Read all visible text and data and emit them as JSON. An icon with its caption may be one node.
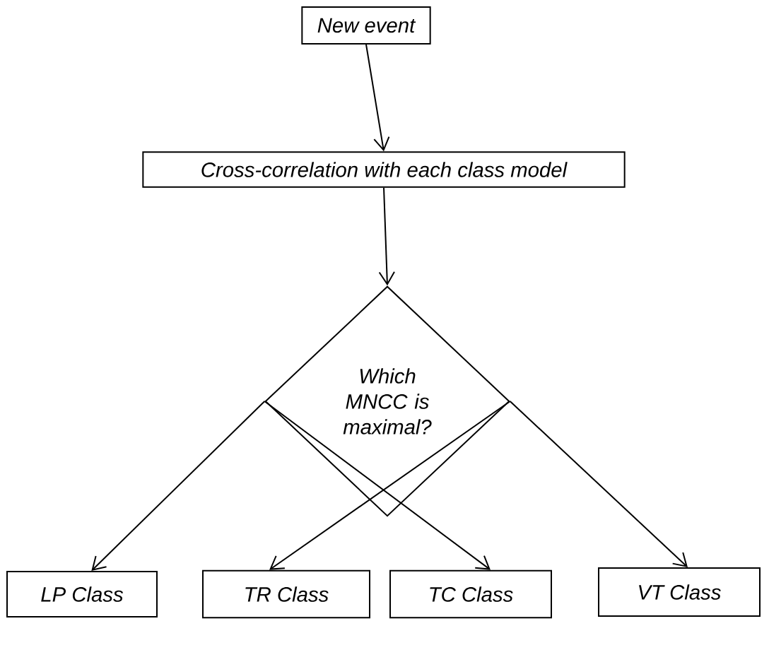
{
  "diagram": {
    "nodes": [
      {
        "text": [
          "New event"
        ]
      },
      {
        "text": [
          "Cross-correlation with each class model"
        ]
      },
      {
        "text": [
          "Which MNCC is maximal?"
        ]
      },
      {
        "text": [
          "LP Class"
        ]
      },
      {
        "text": [
          "TR Class"
        ]
      },
      {
        "text": [
          "TC Class"
        ]
      },
      {
        "text": [
          "VT Class"
        ]
      }
    ],
    "edges": [
      {
        "from": 0,
        "to": 1,
        "arrow": "to"
      },
      {
        "from": 1,
        "to": 2,
        "arrow": "to"
      },
      {
        "from": 2,
        "to": 3,
        "arrow": "to"
      },
      {
        "from": 2,
        "to": 5,
        "arrow": "to"
      },
      {
        "from": 2,
        "to": 4,
        "arrow": "to"
      },
      {
        "from": 2,
        "to": 6,
        "arrow": "to"
      }
    ]
  }
}
